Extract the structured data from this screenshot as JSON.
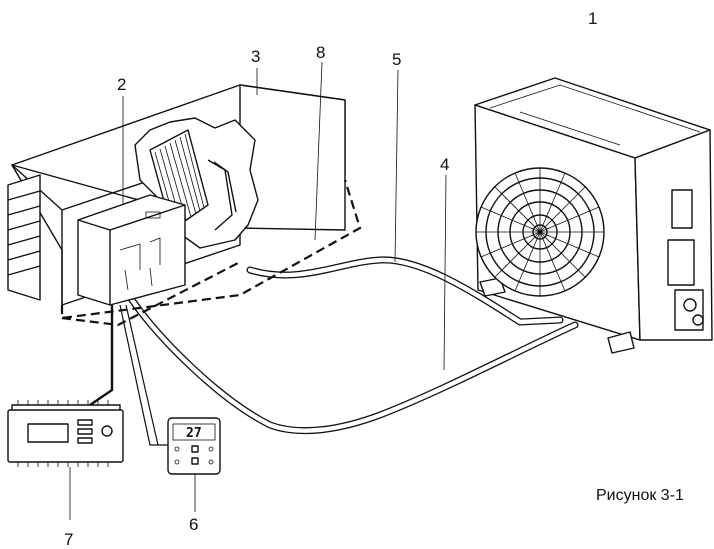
{
  "callouts": {
    "c1": "1",
    "c2": "2",
    "c3": "3",
    "c4": "4",
    "c5": "5",
    "c6": "6",
    "c7": "7",
    "c8": "8"
  },
  "caption": "Рисунок 3-1",
  "remote_display": "27"
}
